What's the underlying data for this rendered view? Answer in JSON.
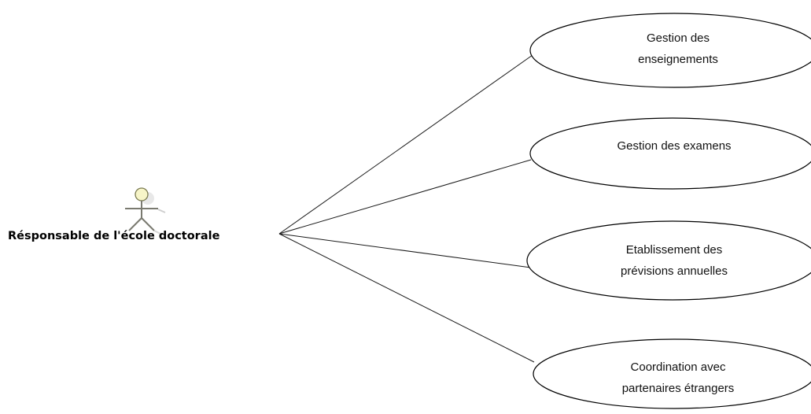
{
  "diagram": {
    "actor": {
      "label": "Résponsable de l'école doctorale"
    },
    "use_cases": [
      {
        "id": "uc-gestion-enseignements",
        "lines": [
          "Gestion des",
          "enseignements"
        ]
      },
      {
        "id": "uc-gestion-examens",
        "lines": [
          "Gestion des examens"
        ]
      },
      {
        "id": "uc-previsions-annuelles",
        "lines": [
          "Etablissement des",
          "prévisions annuelles"
        ]
      },
      {
        "id": "uc-coordination-partenaires",
        "lines": [
          "Coordination avec",
          "partenaires étrangers"
        ]
      }
    ],
    "colors": {
      "actor_head_fill": "#f7f5c8",
      "actor_head_stroke": "#7a7a50",
      "actor_body_stroke": "#7a7a70",
      "line": "#1a1a1a"
    }
  }
}
